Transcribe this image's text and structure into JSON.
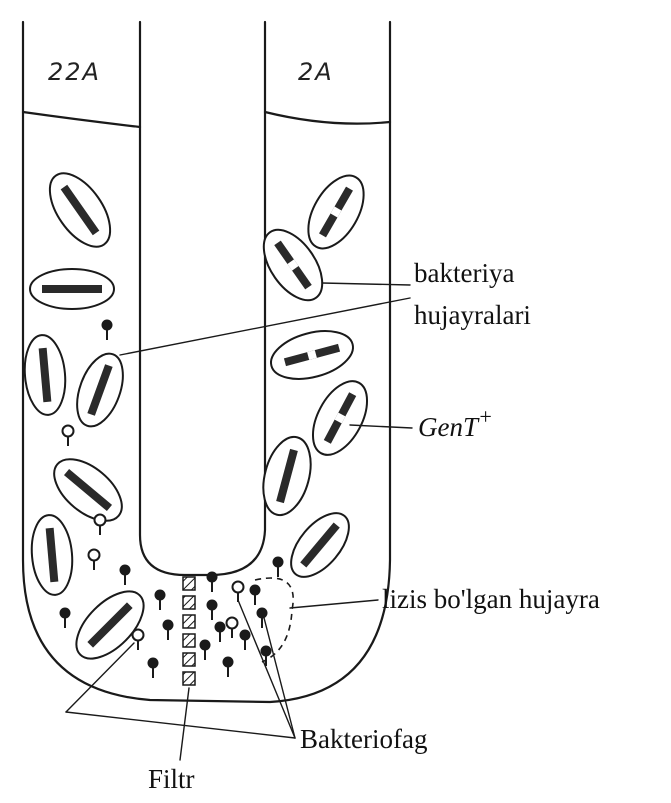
{
  "tubes": {
    "left_label": "22A",
    "right_label": "2A"
  },
  "labels": {
    "bacteria_line1": "bakteriya",
    "bacteria_line2": "hujayralari",
    "gene": "GenT",
    "gene_superscript": "+",
    "lysed_cell": "lizis bo'lgan hujayra",
    "bacteriophage": "Bakteriofag",
    "filter": "Filtr"
  }
}
